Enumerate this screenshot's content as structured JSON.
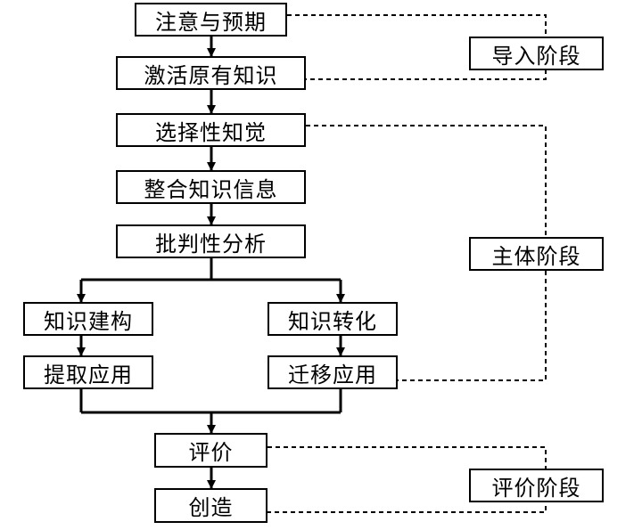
{
  "flowchart": {
    "steps": {
      "attention": "注意与预期",
      "activate": "激活原有知识",
      "selective": "选择性知觉",
      "integrate": "整合知识信息",
      "critical": "批判性分析",
      "construct": "知识建构",
      "transform": "知识转化",
      "extract": "提取应用",
      "transfer": "迁移应用",
      "evaluate": "评价",
      "create": "创造"
    },
    "stages": {
      "intro": "导入阶段",
      "main": "主体阶段",
      "evaluation": "评价阶段"
    }
  }
}
